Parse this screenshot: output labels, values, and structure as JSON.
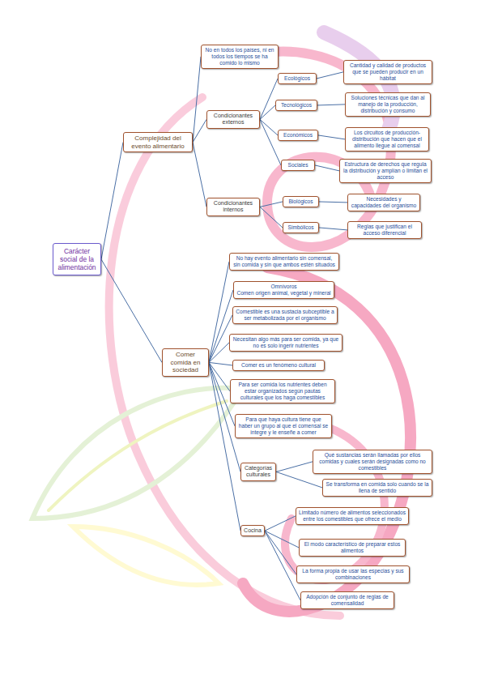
{
  "diagram": {
    "nodes": [
      {
        "text": [
          "Carácter social de la alimentación"
        ]
      },
      {
        "text": [
          "Complejidad del evento alimentario"
        ]
      },
      {
        "text": [
          "No en todos los países, ni en todos los tiempos se ha comido lo mismo"
        ]
      },
      {
        "text": [
          "Condicionantes externos"
        ]
      },
      {
        "text": [
          "Ecológicos"
        ]
      },
      {
        "text": [
          "Cantidad y calidad de productos que se pueden producir en un hábitat"
        ]
      },
      {
        "text": [
          "Tecnológicos"
        ]
      },
      {
        "text": [
          "Soluciones técnicas que dan al manejo de la producción, distribución y consumo"
        ]
      },
      {
        "text": [
          "Económicos"
        ]
      },
      {
        "text": [
          "Los circuitos de producción-distribución que hacen que el alimento llegue al comensal"
        ]
      },
      {
        "text": [
          "Sociales"
        ]
      },
      {
        "text": [
          "Estructura de derechos que regula la distribución y amplían o limitan el acceso"
        ]
      },
      {
        "text": [
          "Condicionantes internos"
        ]
      },
      {
        "text": [
          "Biológicos"
        ]
      },
      {
        "text": [
          "Necesidades y capacidades del organismo"
        ]
      },
      {
        "text": [
          "Simbólicos"
        ]
      },
      {
        "text": [
          "Reglas que justifican el acceso diferencial"
        ]
      },
      {
        "text": [
          "Comer comida en sociedad"
        ]
      },
      {
        "text": [
          "No hay evento alimentario sin comensal, sin comida y sin que ambos estén situados"
        ]
      },
      {
        "text": [
          "Omnívoros",
          "Comen origen animal, vegetal y mineral"
        ]
      },
      {
        "text": [
          "Comestible es una sustacia subceptible a ser metabolizada por el organismo"
        ]
      },
      {
        "text": [
          "Necesitan algo más para ser comida, ya que no es solo ingerir nutrientes"
        ]
      },
      {
        "text": [
          "Comer es un fenómeno cultural"
        ]
      },
      {
        "text": [
          "Para ser comida los nutrientes deben estar organizados según pautas culturales que los haga comestibles"
        ]
      },
      {
        "text": [
          "Para que haya cultura tiene que haber un grupo al que el comensal se integre y le enseñe a comer"
        ]
      },
      {
        "text": [
          "Categorías culturales"
        ]
      },
      {
        "text": [
          "Qué sustancias serán llamadas por ellos comidas y cuales serán designadas como no comestibles"
        ]
      },
      {
        "text": [
          "Se transforma en comida solo cuando se la llena de sentido"
        ]
      },
      {
        "text": [
          "Cocina"
        ]
      },
      {
        "text": [
          "Limitado número de alimentos seleccionados entre los comestibles que ofrece el medio"
        ]
      },
      {
        "text": [
          "El modo característico de preparar estos alimentos"
        ]
      },
      {
        "text": [
          "La forma propia de usar las especias y sus combinaciones"
        ]
      },
      {
        "text": [
          "Adopción de conjunto de reglas de comensalidad"
        ]
      }
    ],
    "edges": [
      {
        "from": 0,
        "to": 1,
        "arrow": "none"
      },
      {
        "from": 0,
        "to": 17,
        "arrow": "none"
      },
      {
        "from": 1,
        "to": 2,
        "arrow": "none"
      },
      {
        "from": 1,
        "to": 3,
        "arrow": "none"
      },
      {
        "from": 1,
        "to": 12,
        "arrow": "none"
      },
      {
        "from": 3,
        "to": 4,
        "arrow": "none"
      },
      {
        "from": 4,
        "to": 5,
        "arrow": "none"
      },
      {
        "from": 3,
        "to": 6,
        "arrow": "none"
      },
      {
        "from": 6,
        "to": 7,
        "arrow": "none"
      },
      {
        "from": 3,
        "to": 8,
        "arrow": "none"
      },
      {
        "from": 8,
        "to": 9,
        "arrow": "none"
      },
      {
        "from": 3,
        "to": 10,
        "arrow": "none"
      },
      {
        "from": 10,
        "to": 11,
        "arrow": "none"
      },
      {
        "from": 12,
        "to": 13,
        "arrow": "none"
      },
      {
        "from": 13,
        "to": 14,
        "arrow": "none"
      },
      {
        "from": 12,
        "to": 15,
        "arrow": "none"
      },
      {
        "from": 15,
        "to": 16,
        "arrow": "none"
      },
      {
        "from": 17,
        "to": 18,
        "arrow": "none"
      },
      {
        "from": 17,
        "to": 19,
        "arrow": "none"
      },
      {
        "from": 17,
        "to": 20,
        "arrow": "none"
      },
      {
        "from": 17,
        "to": 21,
        "arrow": "none"
      },
      {
        "from": 17,
        "to": 22,
        "arrow": "none"
      },
      {
        "from": 17,
        "to": 23,
        "arrow": "none"
      },
      {
        "from": 17,
        "to": 24,
        "arrow": "none"
      },
      {
        "from": 17,
        "to": 25,
        "arrow": "none"
      },
      {
        "from": 17,
        "to": 28,
        "arrow": "none"
      },
      {
        "from": 25,
        "to": 26,
        "arrow": "none"
      },
      {
        "from": 25,
        "to": 27,
        "arrow": "none"
      },
      {
        "from": 28,
        "to": 29,
        "arrow": "none"
      },
      {
        "from": 28,
        "to": 30,
        "arrow": "none"
      },
      {
        "from": 28,
        "to": 31,
        "arrow": "none"
      },
      {
        "from": 28,
        "to": 32,
        "arrow": "none"
      }
    ]
  }
}
